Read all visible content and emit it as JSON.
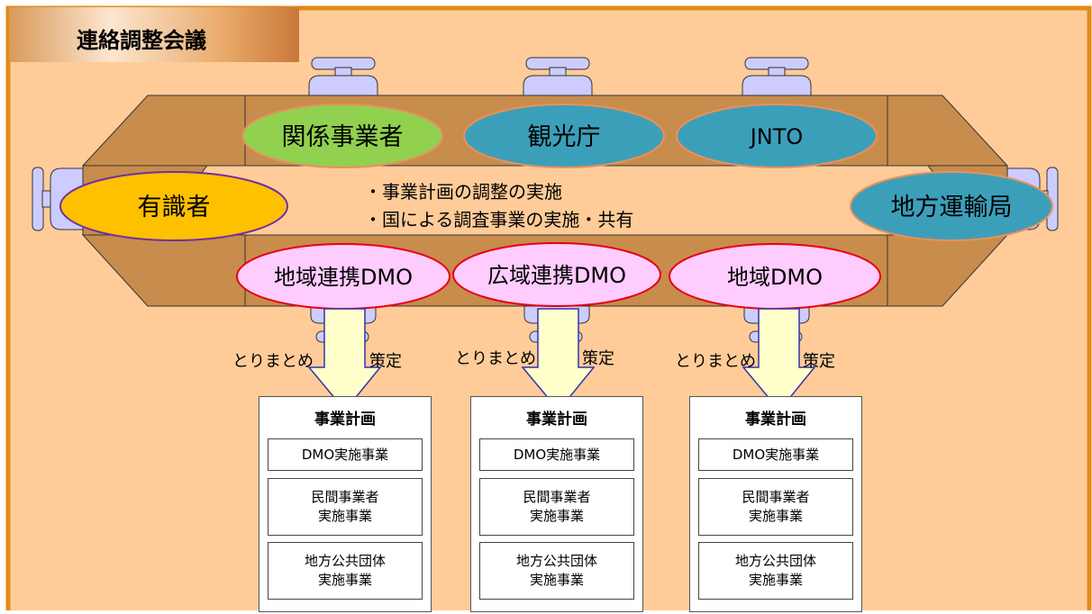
{
  "title": "連絡調整会議",
  "colors": {
    "background": "#ffcc99",
    "border": "#e38b12",
    "pipe_body": "#c88c4c",
    "valve": "#ccccff",
    "ellipse_green": "#92d050",
    "ellipse_teal": "#3c9fba",
    "ellipse_gold": "#ffc000",
    "ellipse_pink": "#ffccff",
    "arrow_fill": "#ffffcc"
  },
  "participants": {
    "top": [
      "関係事業者",
      "観光庁",
      "JNTO"
    ],
    "left": "有識者",
    "right": "地方運輸局",
    "bottom": [
      "地域連携DMO",
      "広域連携DMO",
      "地域DMO"
    ]
  },
  "center_text": [
    "・事業計画の調整の実施",
    "・国による調査事業の実施・共有"
  ],
  "arrow_labels": {
    "left": "とりまとめ",
    "right": "策定"
  },
  "plans": [
    {
      "title": "事業計画",
      "items": [
        "DMO実施事業",
        "民間事業者\n実施事業",
        "地方公共団体\n実施事業"
      ]
    },
    {
      "title": "事業計画",
      "items": [
        "DMO実施事業",
        "民間事業者\n実施事業",
        "地方公共団体\n実施事業"
      ]
    },
    {
      "title": "事業計画",
      "items": [
        "DMO実施事業",
        "民間事業者\n実施事業",
        "地方公共団体\n実施事業"
      ]
    }
  ]
}
